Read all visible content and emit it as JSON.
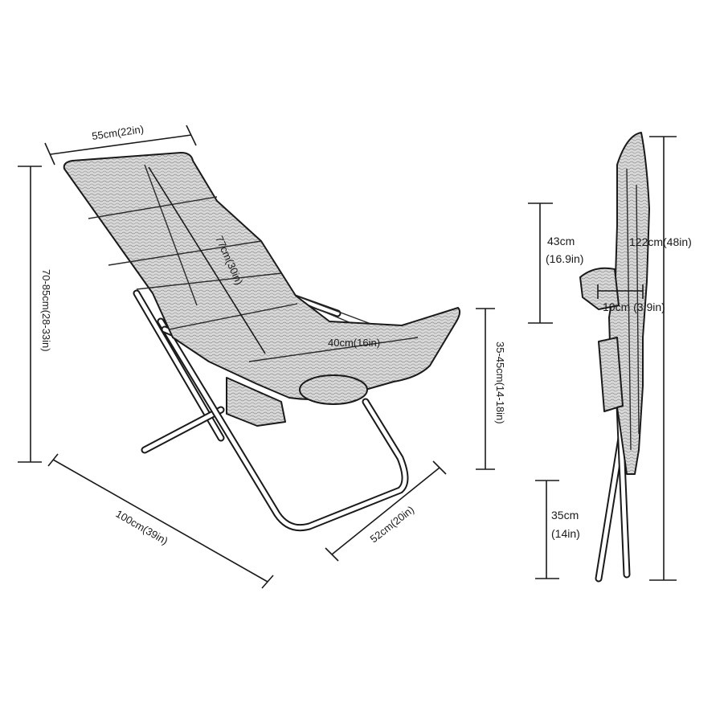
{
  "front_view": {
    "width_label": "55cm(22in)",
    "back_height_label": "77cm(30in)",
    "seat_depth_label": "40cm(16in)",
    "total_height_label": "70-85cm(28-33in)",
    "seat_height_label": "35-45cm(14-18in)",
    "length_label": "100cm(39in)",
    "base_width_label": "52cm(20in)"
  },
  "side_view": {
    "folded_height_label": "122cm(48in)",
    "armrest_label_line1": "43cm",
    "armrest_label_line2": "(16.9in)",
    "thickness_label": "10cm (3.9in)",
    "leg_label_line1": "35cm",
    "leg_label_line2": "(14in)"
  }
}
